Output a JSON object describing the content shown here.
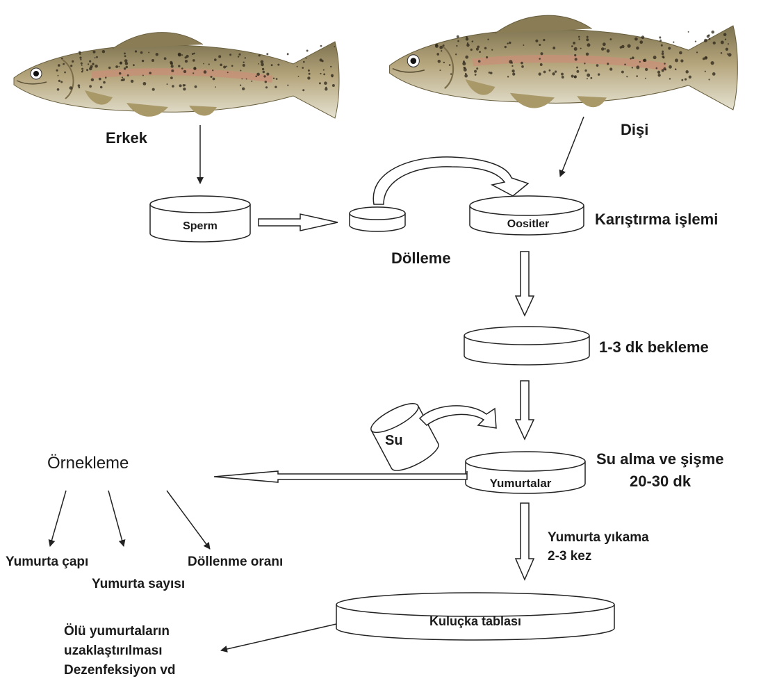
{
  "labels": {
    "male": "Erkek",
    "female": "Dişi",
    "sperm": "Sperm",
    "oocytes": "Oositler",
    "mixing": "Karıştırma işlemi",
    "fertilization": "Dölleme",
    "wait": "1-3 dk bekleme",
    "water": "Su",
    "water_uptake": "Su alma ve şişme",
    "water_uptake_time": "20-30 dk",
    "eggs": "Yumurtalar",
    "sampling": "Örnekleme",
    "egg_diameter": "Yumurta çapı",
    "egg_count": "Yumurta sayısı",
    "fert_rate": "Döllenme oranı",
    "wash_1": "Yumurta yıkama",
    "wash_2": "2-3 kez",
    "incubation": "Kuluçka tablası",
    "dead_1": "Ölü yumurtaların",
    "dead_2": "uzaklaştırılması",
    "dead_3": "Dezenfeksiyon vd"
  },
  "colors": {
    "fish_body": "#b5a57c",
    "fish_back": "#7d7350",
    "fish_belly": "#e6e3d2",
    "fish_stripe": "#c98f78",
    "fish_spot": "#2b2418",
    "line": "#222222"
  }
}
